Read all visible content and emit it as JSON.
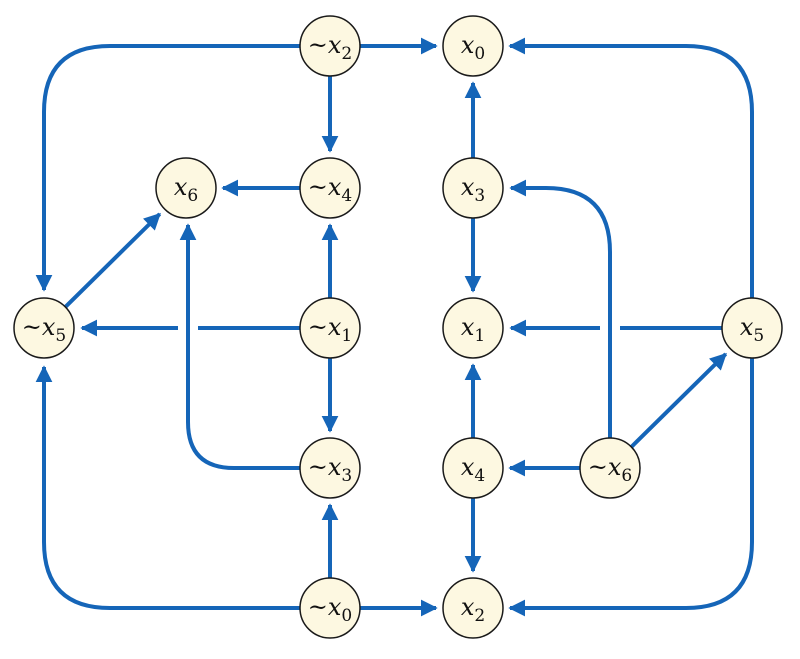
{
  "colors": {
    "edge": "#1565b8",
    "node_fill": "#fdf8e1",
    "node_stroke": "#1a1a1a"
  },
  "nodes": [
    {
      "id": "nx2",
      "neg": true,
      "var": "x",
      "sub": "2"
    },
    {
      "id": "px0",
      "neg": false,
      "var": "x",
      "sub": "0"
    },
    {
      "id": "px6",
      "neg": false,
      "var": "x",
      "sub": "6"
    },
    {
      "id": "nx4",
      "neg": true,
      "var": "x",
      "sub": "4"
    },
    {
      "id": "px3",
      "neg": false,
      "var": "x",
      "sub": "3"
    },
    {
      "id": "nx5",
      "neg": true,
      "var": "x",
      "sub": "5"
    },
    {
      "id": "nx1",
      "neg": true,
      "var": "x",
      "sub": "1"
    },
    {
      "id": "px1",
      "neg": false,
      "var": "x",
      "sub": "1"
    },
    {
      "id": "px5",
      "neg": false,
      "var": "x",
      "sub": "5"
    },
    {
      "id": "nx3",
      "neg": true,
      "var": "x",
      "sub": "3"
    },
    {
      "id": "px4",
      "neg": false,
      "var": "x",
      "sub": "4"
    },
    {
      "id": "nx6",
      "neg": true,
      "var": "x",
      "sub": "6"
    },
    {
      "id": "nx0",
      "neg": true,
      "var": "x",
      "sub": "0"
    },
    {
      "id": "px2",
      "neg": false,
      "var": "x",
      "sub": "2"
    }
  ],
  "edges": [
    {
      "from": "nx2",
      "to": "px0"
    },
    {
      "from": "nx2",
      "to": "nx4"
    },
    {
      "from": "nx2",
      "to": "nx5"
    },
    {
      "from": "nx4",
      "to": "px6"
    },
    {
      "from": "nx1",
      "to": "nx4"
    },
    {
      "from": "nx1",
      "to": "nx5"
    },
    {
      "from": "nx1",
      "to": "nx3"
    },
    {
      "from": "nx5",
      "to": "px6"
    },
    {
      "from": "nx3",
      "to": "px6"
    },
    {
      "from": "nx0",
      "to": "nx3"
    },
    {
      "from": "nx0",
      "to": "px2"
    },
    {
      "from": "nx0",
      "to": "nx5"
    },
    {
      "from": "px3",
      "to": "px0"
    },
    {
      "from": "px3",
      "to": "px1"
    },
    {
      "from": "px4",
      "to": "px1"
    },
    {
      "from": "px4",
      "to": "px2"
    },
    {
      "from": "px5",
      "to": "px0"
    },
    {
      "from": "px5",
      "to": "px1"
    },
    {
      "from": "px5",
      "to": "px2"
    },
    {
      "from": "nx6",
      "to": "px3"
    },
    {
      "from": "nx6",
      "to": "px4"
    },
    {
      "from": "nx6",
      "to": "px5"
    }
  ]
}
